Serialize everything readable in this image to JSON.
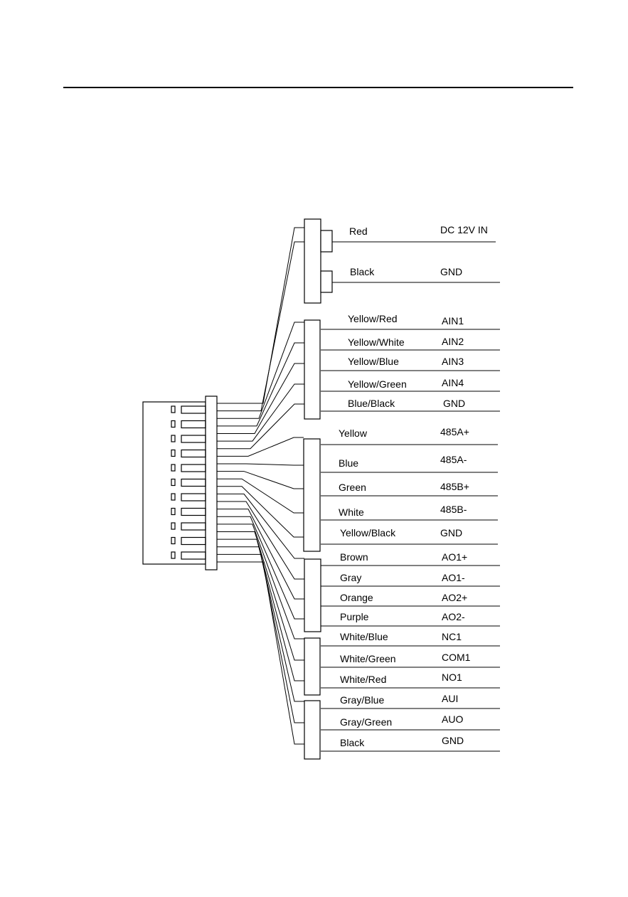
{
  "wires": [
    {
      "color": "Red",
      "signal": "DC 12V IN"
    },
    {
      "color": "Black",
      "signal": "GND"
    },
    {
      "color": "Yellow/Red",
      "signal": "AIN1"
    },
    {
      "color": "Yellow/White",
      "signal": "AIN2"
    },
    {
      "color": "Yellow/Blue",
      "signal": "AIN3"
    },
    {
      "color": "Yellow/Green",
      "signal": "AIN4"
    },
    {
      "color": "Blue/Black",
      "signal": "GND"
    },
    {
      "color": "Yellow",
      "signal": "485A+"
    },
    {
      "color": "Blue",
      "signal": "485A-"
    },
    {
      "color": "Green",
      "signal": "485B+"
    },
    {
      "color": "White",
      "signal": "485B-"
    },
    {
      "color": "Yellow/Black",
      "signal": "GND"
    },
    {
      "color": "Brown",
      "signal": "AO1+"
    },
    {
      "color": "Gray",
      "signal": "AO1-"
    },
    {
      "color": "Orange",
      "signal": "AO2+"
    },
    {
      "color": "Purple",
      "signal": "AO2-"
    },
    {
      "color": "White/Blue",
      "signal": "NC1"
    },
    {
      "color": "White/Green",
      "signal": "COM1"
    },
    {
      "color": "White/Red",
      "signal": "NO1"
    },
    {
      "color": "Gray/Blue",
      "signal": "AUI"
    },
    {
      "color": "Gray/Green",
      "signal": "AUO"
    },
    {
      "color": "Black",
      "signal": "GND"
    }
  ]
}
